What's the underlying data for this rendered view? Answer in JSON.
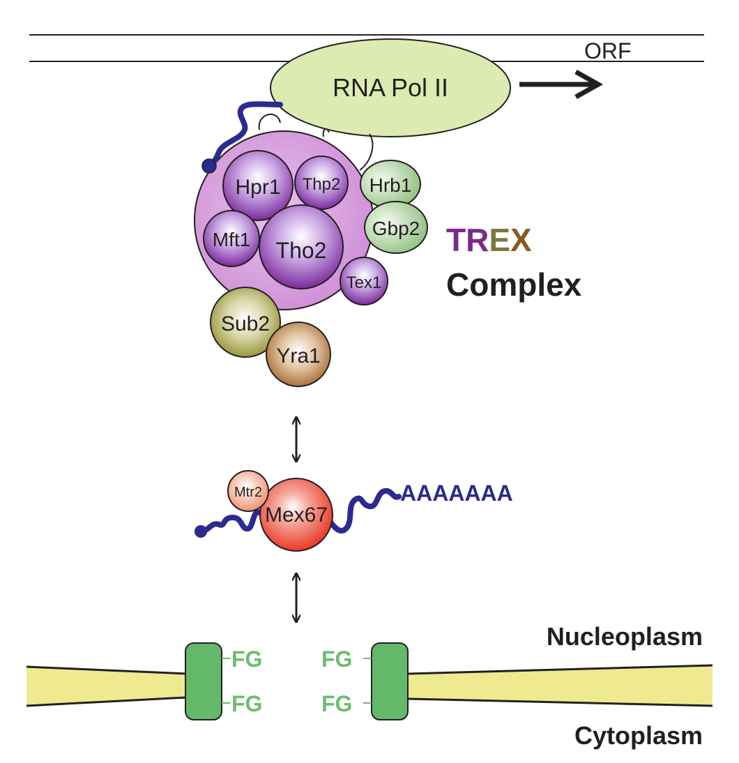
{
  "labels": {
    "orf": "ORF",
    "rna_pol_ii": "RNA Pol II",
    "hpr1": "Hpr1",
    "thp2": "Thp2",
    "hrb1": "Hrb1",
    "gbp2": "Gbp2",
    "mft1": "Mft1",
    "tho2": "Tho2",
    "tex1": "Tex1",
    "sub2": "Sub2",
    "yra1": "Yra1",
    "trex_t": "T",
    "trex_r": "R",
    "trex_e": "E",
    "trex_x": "X",
    "complex": "Complex",
    "mtr2": "Mtr2",
    "mex67": "Mex67",
    "poly_a": "AAAAAAA",
    "fg_left_top": "FG",
    "fg_left_bottom": "FG",
    "fg_right_top": "FG",
    "fg_right_bottom": "FG",
    "nucleoplasm": "Nucleoplasm",
    "cytoplasm": "Cytoplasm"
  },
  "colors": {
    "trex_purple": "#7b2a8c",
    "trex_olive": "#7a7a3a",
    "trex_brown": "#8a5a1e",
    "mrna_blue": "#2b2b8f",
    "fg_green": "#6cbd6c",
    "npc_green": "#63b86a",
    "membrane_yellow": "#efea8f",
    "pol_ii_green": "#dcebb0"
  }
}
